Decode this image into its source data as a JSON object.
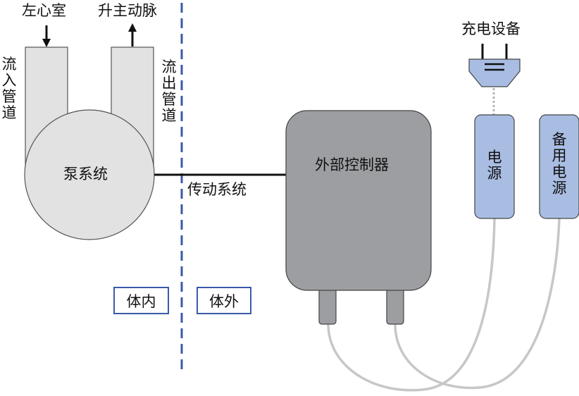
{
  "title": "左心室辅助装置系统组成示意图",
  "labels": {
    "left_ventricle": "左心室",
    "ascending_aorta": "升主动脉",
    "inflow_cannula": "流入管道",
    "outflow_cannula": "流出管道",
    "pump_system": "泵系统",
    "drive_system": "传动系统",
    "external_controller": "外部控制器",
    "charging_device": "充电设备",
    "power_source": "电源",
    "backup_power_source": "备用电源",
    "inside_body": "体内",
    "outside_body": "体外"
  },
  "colors": {
    "pump_fill": "#e3e2e3",
    "controller_fill": "#9d9ea1",
    "battery_fill": "#a9bde3",
    "boundary_line": "#3a5aa8",
    "cable": "#c7c7c7"
  }
}
